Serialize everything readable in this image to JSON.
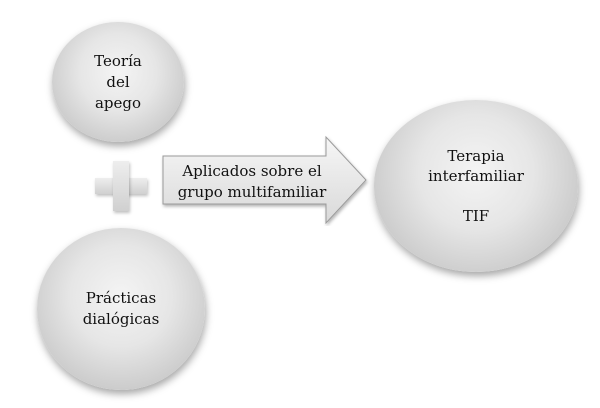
{
  "nodes": {
    "apego": "Teoría\ndel\napego",
    "practicas": "Prácticas\ndialógicas",
    "tif": "Terapia\ninterfamiliar\n\nTIF"
  },
  "arrow": {
    "label": "Aplicados sobre el\ngrupo multifamiliar"
  }
}
